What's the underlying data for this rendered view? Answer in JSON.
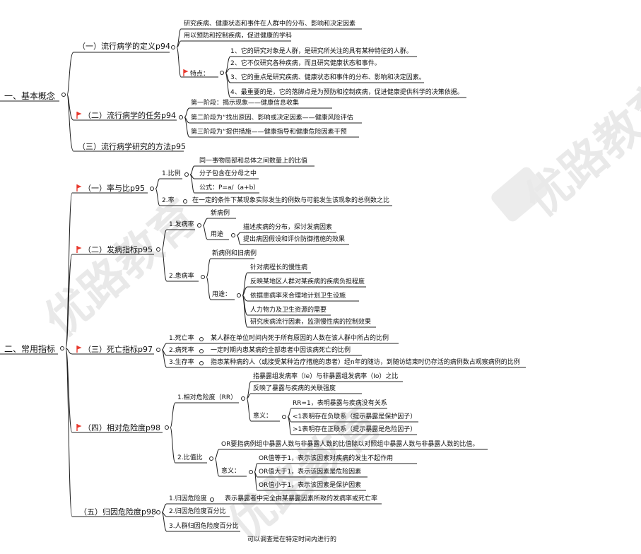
{
  "watermark": "优路教育",
  "colors": {
    "line": "#222222",
    "flag": "#e8382c"
  },
  "icons": {
    "flag": "red-flag-icon",
    "circle": "collapse-circle-icon"
  },
  "section1": {
    "title": "一、基本概念",
    "def": {
      "title": "（一）流行病学的定义p94",
      "items": [
        "研究疾病、健康状态和事件在人群中的分布、影响和决定因素",
        "用以预防和控制疾病，促进健康的学科"
      ],
      "feature_label": "特点：",
      "features": [
        "1、它的研究对象是人群，是研究所关注的具有某种特征的人群。",
        "2、它不仅研究各种疾病，而且研究健康状态和事件。",
        "3、它的重点是研究疾病、健康状态和事件的分布、影响和决定因素。",
        "4、最重要的是，它的落脚点是为预防和控制疾病，促进健康提供科学的决策依据。"
      ]
    },
    "task": {
      "title": "（二）流行病学的任务p94",
      "items": [
        "第一阶段：揭示现象——健康信息收集",
        "第二阶段为“找出原因、影响或决定因素——健康风险评估",
        "第三阶段为“提供措施——健康指导和健康危险因素干预"
      ]
    },
    "method": {
      "title": "（三）流行病学研究的方法p95"
    }
  },
  "section2": {
    "title": "二、常用指标",
    "ratio": {
      "title": "（一）率与比p95",
      "bi_label": "1.比例",
      "bi_items": [
        "同一事物局部和总体之间数量上的比值",
        "分子包含在分母之中",
        "公式：P=a/（a+b）"
      ],
      "lv_label": "2.率",
      "lv_text": "在一定的条件下某现象实际发生的例数与可能发生该现象的总例数之比"
    },
    "incidence": {
      "title": "（二）发病指标p95",
      "fa_label": "1.发病率",
      "fa_new": "新病例",
      "fa_use_label": "用途",
      "fa_uses": [
        "描述疾病的分布，探讨发病因素",
        "提出病因假设和评价防御措施的效果"
      ],
      "prev_label": "2.患病率",
      "prev_cases": "新病例和旧病例",
      "prev_use_label": "用途：",
      "prev_uses": [
        "针对病程长的慢性病",
        "反映某地区人群对某疾病的疾病负担程度",
        "依据患病率来合理地计划卫生设施",
        "人力物力及卫生资源的需要",
        "研究疾病流行因素，监测慢性病的控制效果"
      ]
    },
    "death": {
      "title": "（三）死亡指标p97",
      "items": [
        {
          "label": "1.死亡率",
          "text": "某人群在单位时间内死于所有原因的人数在该人群中所占的比例"
        },
        {
          "label": "2.病死率",
          "text": "一定时期内患某病的全部患者中因该病死亡的比例"
        },
        {
          "label": "3.生存率",
          "text": "指患某种病的人（或接受某种治疗措施的患者）经n年的随访，到随访结束时仍存活的病例数占观察病例的比例"
        }
      ]
    },
    "risk": {
      "title": "（四）相对危险度p98",
      "rr_label": "1.相对危险度（RR）",
      "rr_items": [
        "指暴露组发病率（Ie）与非暴露组发病率（Io）之比",
        "反映了暴露与疾病的关联强度"
      ],
      "rr_meaning_label": "意义：",
      "rr_meanings": [
        "RR=1，表明暴露与疾病没有关系",
        "<1表明存在负联系（提示暴露是保护因子）",
        ">1表明存在正联系（提示暴露是危险因子）"
      ],
      "or_label": "2.比值比",
      "or_def": "OR要指病例组中暴露人数与非暴露人数的比值除以对照组中暴露人数与非暴露人数的比值。",
      "or_meaning_label": "意义：",
      "or_meanings": [
        "OR值等于1，表示该因素对疾病的发生不起作用",
        "OR值大于1，表示该因素是危险因素",
        "OR值小于1，表示该因素是保护因素"
      ]
    },
    "attr": {
      "title": "（五）归因危险度p98",
      "items": [
        {
          "label": "1.归因危险度",
          "text": "表示暴露者中完全由某暴露因素所致的发病率或死亡率"
        },
        {
          "label": "2.归因危险度百分比",
          "text": ""
        },
        {
          "label": "3.人群归因危险度百分比",
          "text": ""
        }
      ],
      "cutoff": "可以调查是在特定时间内进行的"
    }
  }
}
